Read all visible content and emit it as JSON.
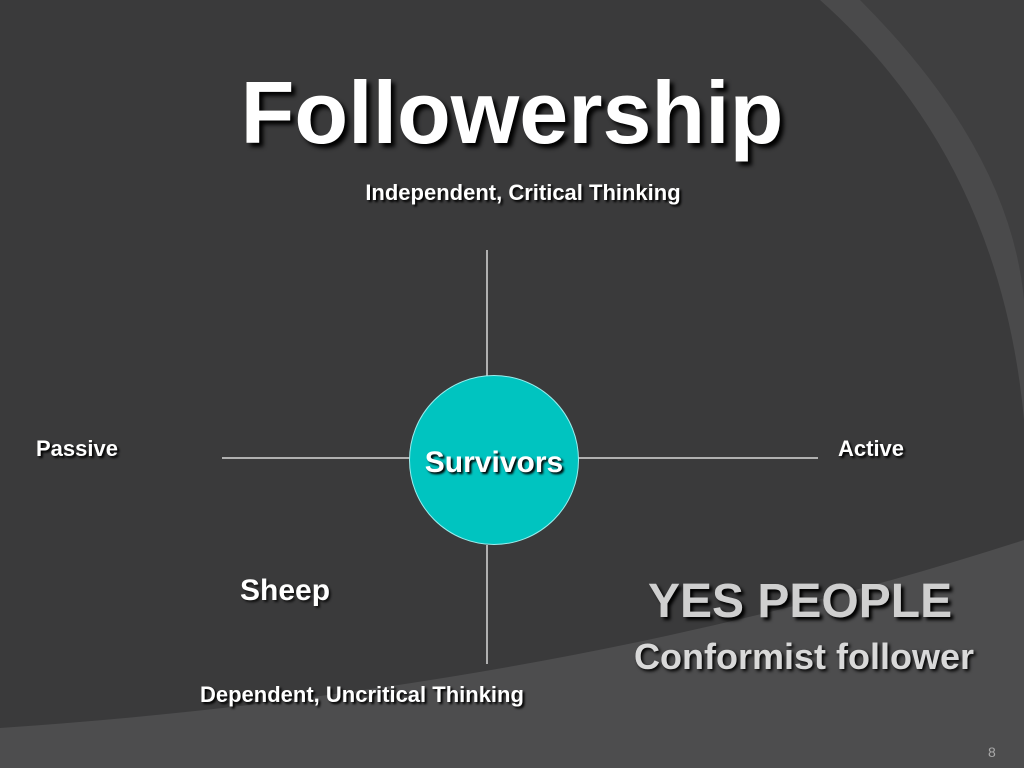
{
  "slide": {
    "title": "Followership",
    "axis_labels": {
      "top": "Independent, Critical Thinking",
      "bottom": "Dependent, Uncritical Thinking",
      "left": "Passive",
      "right": "Active"
    },
    "center": "Survivors",
    "quadrant_labels": {
      "bottom_left": "Sheep",
      "bottom_right_heading": "YES PEOPLE",
      "bottom_right_sub": "Conformist follower"
    },
    "page_number": "8"
  },
  "colors": {
    "background": "#3a3a3b",
    "circle_fill": "#00c4c0",
    "text": "#ffffff",
    "line": "#d8d8d8"
  }
}
